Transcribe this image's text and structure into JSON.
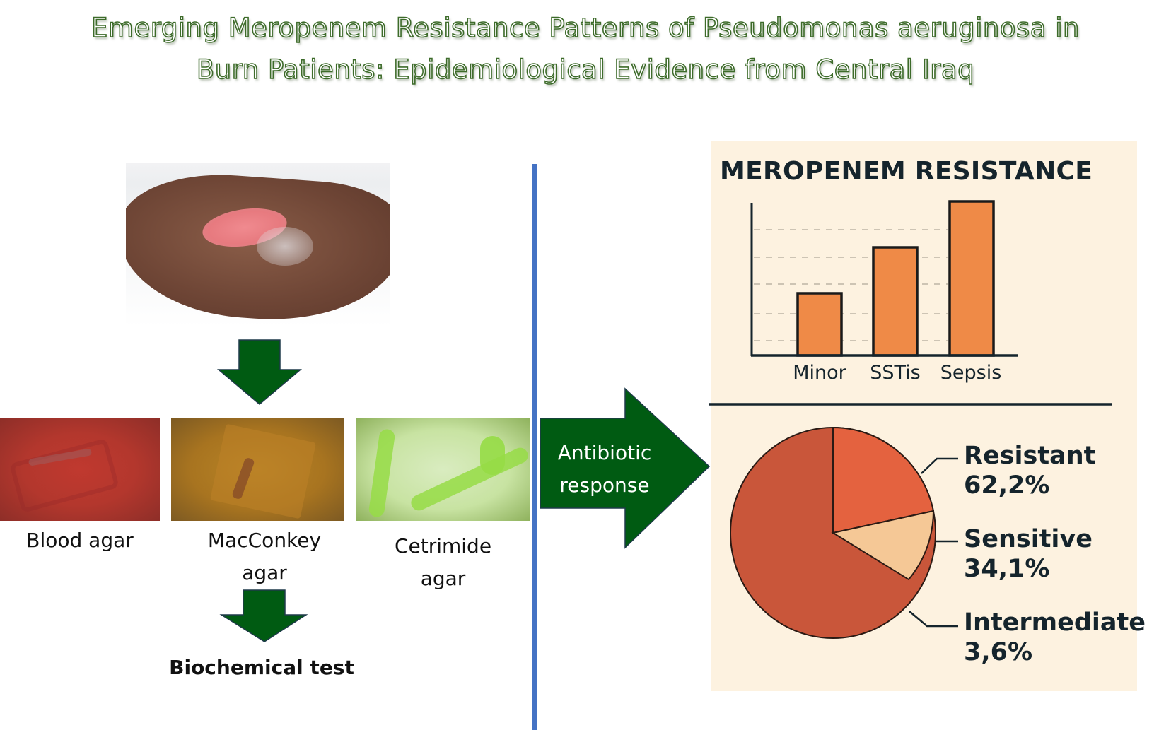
{
  "title": {
    "line1": "Emerging Meropenem Resistance Patterns of Pseudomonas aeruginosa in",
    "line2": "Burn Patients: Epidemiological Evidence from Central Iraq"
  },
  "workflow": {
    "photo": "burn-wound-photo",
    "plates": [
      {
        "label_line1": "Blood agar",
        "label_line2": ""
      },
      {
        "label_line1": "MacConkey",
        "label_line2": "agar"
      },
      {
        "label_line1": "Cetrimide",
        "label_line2": "agar"
      }
    ],
    "next_step": "Biochemical test",
    "arrow_label_line1": "Antibiotic",
    "arrow_label_line2": "response"
  },
  "colors": {
    "arrow_green": "#005b12",
    "divider_blue": "#4472c4",
    "panel_bg": "#fdf2e0",
    "bar_orange": "#ef8a47",
    "pie_resistant_main": "#c9563a",
    "pie_resistant_slice": "#e4623f",
    "pie_sensitive": "#f5c896",
    "title_outline": "#3d6b2a"
  },
  "chart_data": [
    {
      "type": "bar",
      "title": "MEROPENEM RESISTANCE",
      "categories": [
        "Minor",
        "SSTis",
        "Sepsis"
      ],
      "values": [
        2.3,
        4.0,
        5.7
      ],
      "xlabel": "",
      "ylabel": "",
      "ylim": [
        0,
        6
      ],
      "grid": true,
      "note": "No y-axis tick labels shown; values estimated in gridline units (5 dashed gridlines)"
    },
    {
      "type": "pie",
      "labels": [
        "Resistant",
        "Sensitive",
        "Intermediate"
      ],
      "values": [
        62.2,
        34.1,
        3.6
      ],
      "value_labels": [
        "62,2%",
        "34,1%",
        "3,6%"
      ],
      "legend_position": "right"
    }
  ]
}
